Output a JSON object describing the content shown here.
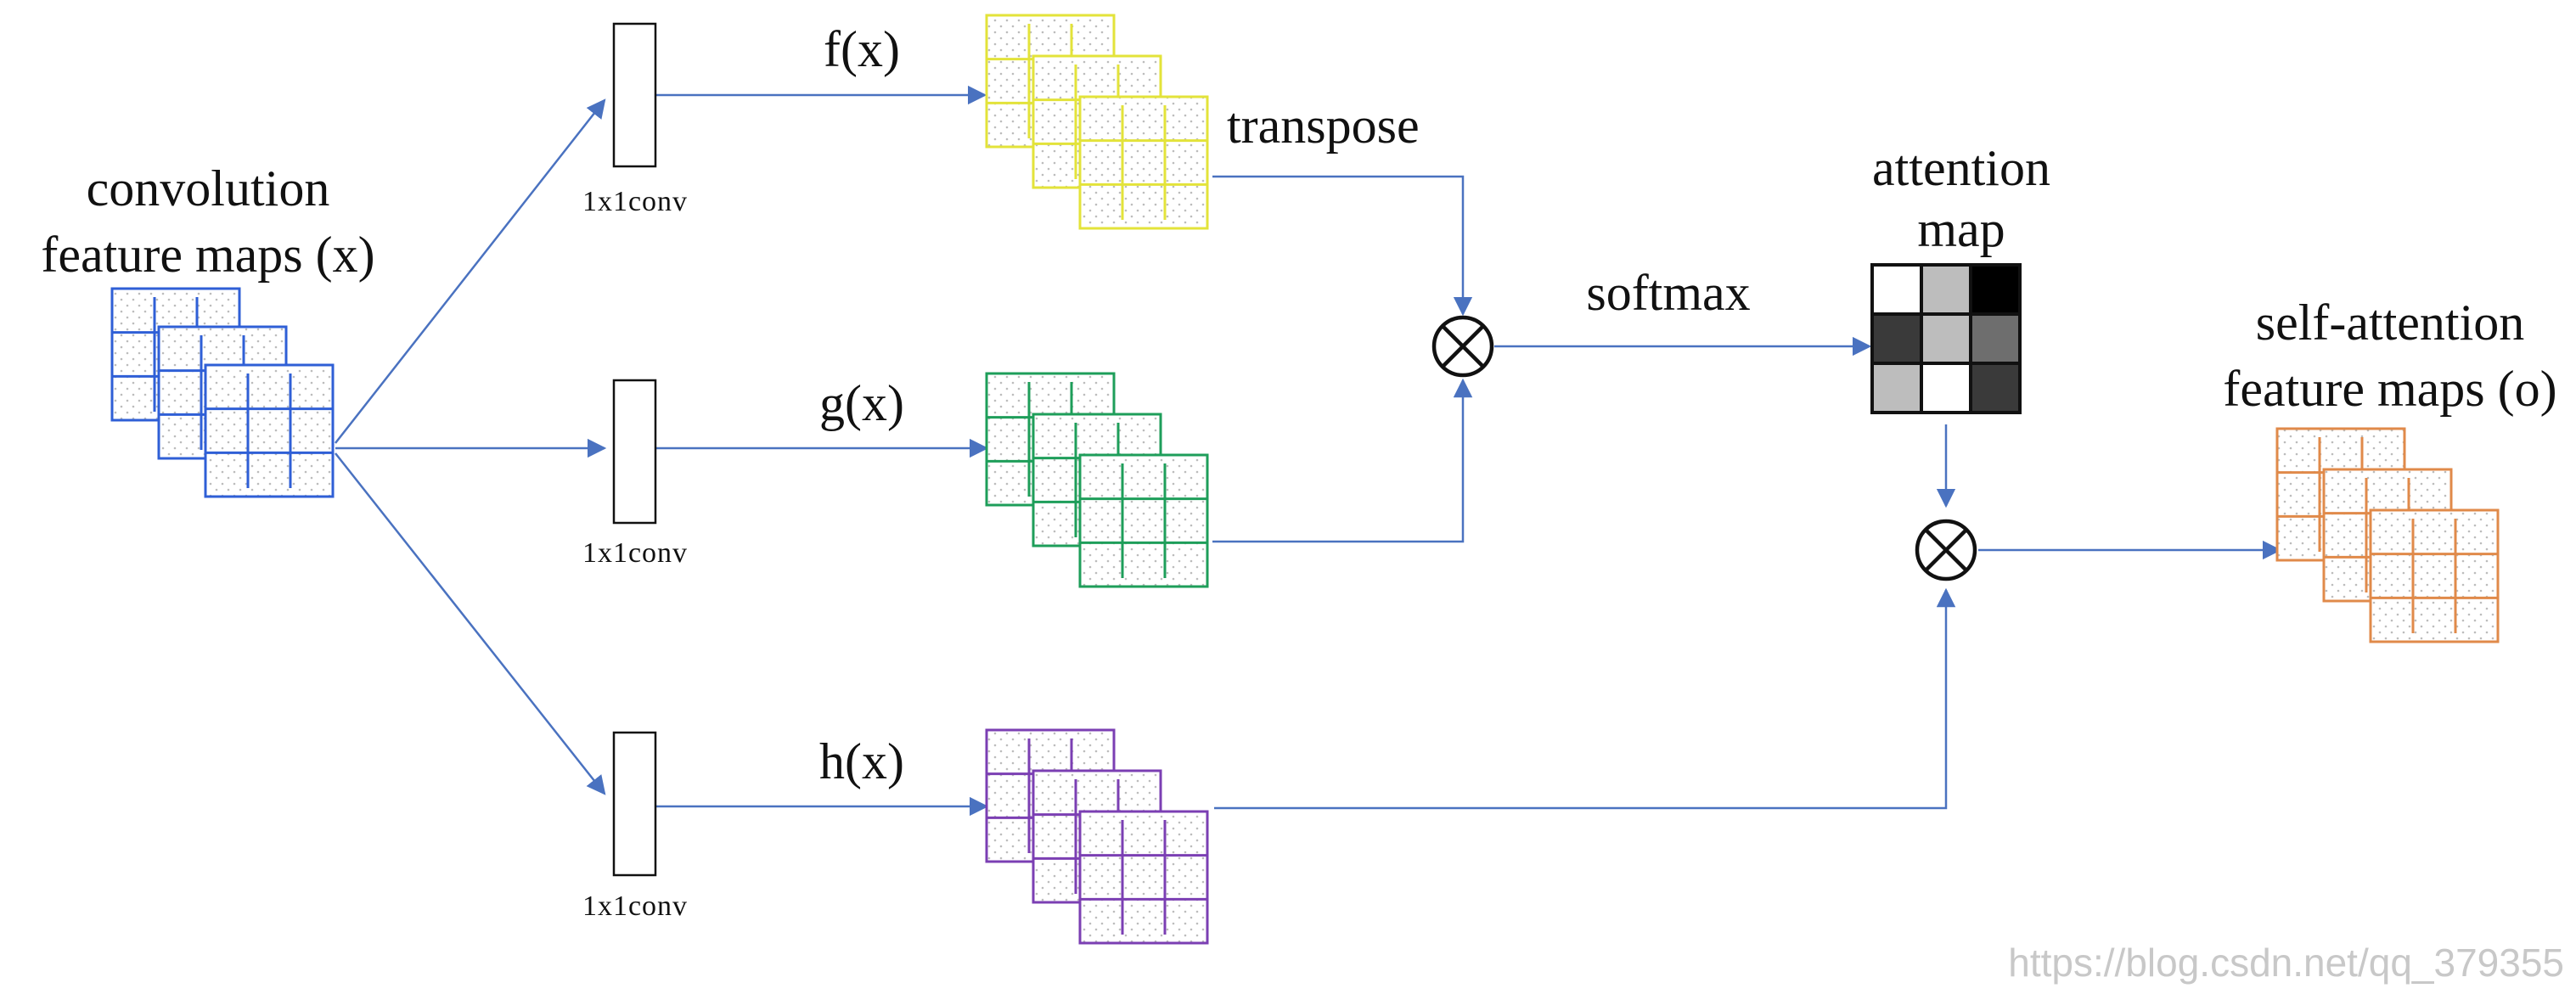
{
  "input": {
    "title_line1": "convolution",
    "title_line2": "feature maps (x)",
    "color": "#2f5fd6"
  },
  "branches": [
    {
      "id": "f",
      "conv_label": "1x1conv",
      "func_label": "f(x)",
      "color": "#e3e33a"
    },
    {
      "id": "g",
      "conv_label": "1x1conv",
      "func_label": "g(x)",
      "color": "#1e9e5a"
    },
    {
      "id": "h",
      "conv_label": "1x1conv",
      "func_label": "h(x)",
      "color": "#7b3fb3"
    }
  ],
  "transpose_label": "transpose",
  "softmax_label": "softmax",
  "attention_map": {
    "title_line1": "attention",
    "title_line2": "map",
    "cells": [
      [
        "#ffffff",
        "#bdbdbd",
        "#000000"
      ],
      [
        "#3a3a3a",
        "#bdbdbd",
        "#6e6e6e"
      ],
      [
        "#bdbdbd",
        "#ffffff",
        "#3a3a3a"
      ]
    ]
  },
  "output": {
    "title_line1": "self-attention",
    "title_line2": "feature maps (o)",
    "color": "#e08a4a"
  },
  "edge_color": "#4a72c0",
  "watermark": "https://blog.csdn.net/qq_379355"
}
